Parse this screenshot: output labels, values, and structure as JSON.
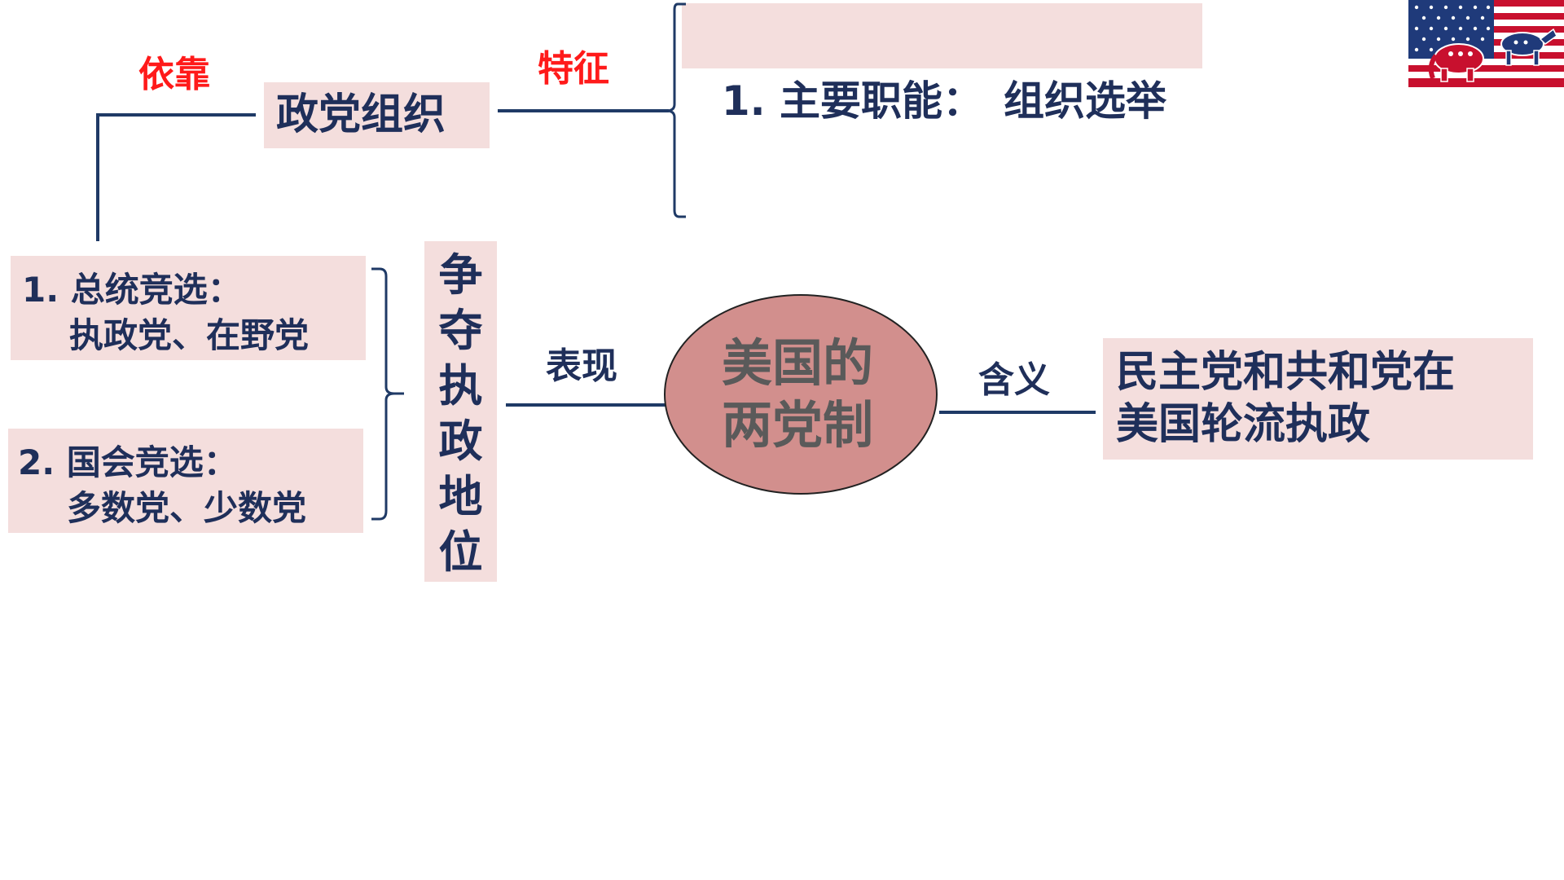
{
  "labels": {
    "rely_on": "依靠",
    "feature": "特征",
    "manifestation": "表现",
    "meaning": "含义"
  },
  "boxes": {
    "party_org": "政党组织",
    "main_function": "1. 主要职能：　组织选举",
    "presidential_title": "1. 总统竞选：",
    "presidential_detail": "执政党、在野党",
    "congress_title": "2. 国会竞选：",
    "congress_detail": "多数党、少数党",
    "compete_power": "争夺执政地位",
    "definition": "民主党和共和党在美国轮流执政"
  },
  "center": {
    "title": "美国的两党制"
  },
  "colors": {
    "box_bg": "#f4dedd",
    "text_navy": "#1f2f5a",
    "label_red": "#ff1a1a",
    "node_fill": "#d28f8d",
    "line": "#1f3a66"
  },
  "icons": {
    "flag": "us-flag-party-mascots-icon"
  }
}
